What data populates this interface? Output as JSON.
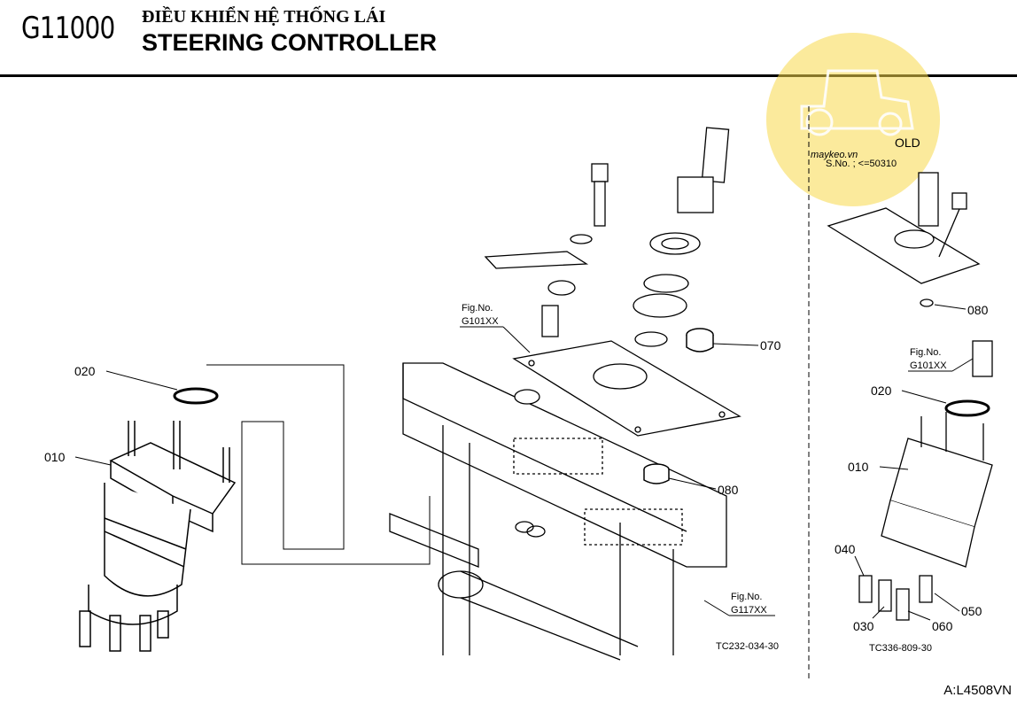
{
  "header": {
    "code": "G11000",
    "title_vn": "ĐIỀU KHIỂN HỆ THỐNG LÁI",
    "title_en": "STEERING CONTROLLER"
  },
  "watermark": {
    "text": "maykeo.vn",
    "color": "#f7d84a"
  },
  "old_variant": {
    "label": "OLD",
    "serial": "S.No. ; <=50310"
  },
  "left_panel": {
    "callouts": [
      "020",
      "010",
      "070",
      "080"
    ],
    "fig_refs": [
      {
        "line1": "Fig.No.",
        "line2": "G101XX"
      },
      {
        "line1": "Fig.No.",
        "line2": "G117XX"
      }
    ],
    "drawing_code": "TC232-034-30"
  },
  "right_panel": {
    "callouts": [
      "080",
      "020",
      "010",
      "040",
      "030",
      "060",
      "050"
    ],
    "fig_ref": {
      "line1": "Fig.No.",
      "line2": "G101XX"
    },
    "drawing_code": "TC336-809-30"
  },
  "doc_ref": "A:L4508VN"
}
